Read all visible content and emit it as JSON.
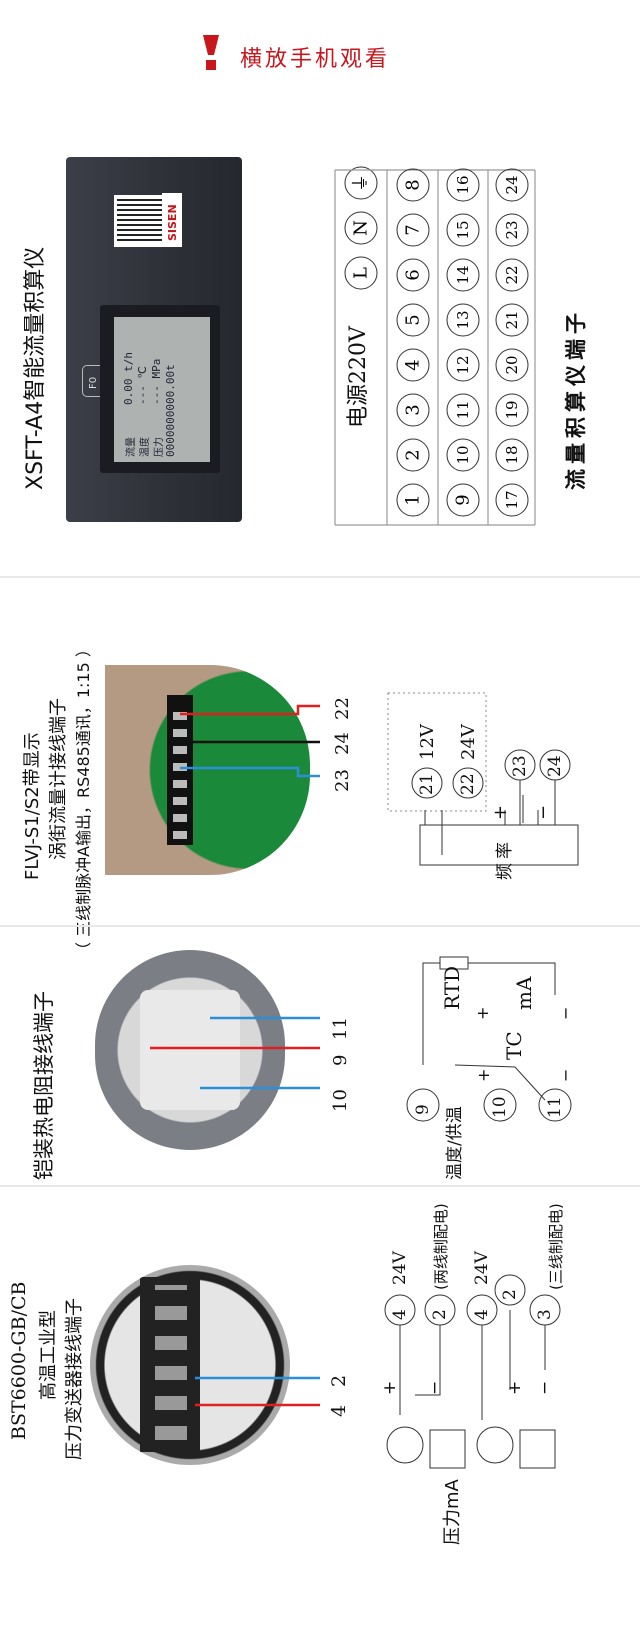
{
  "header": {
    "icon": "exclamation-icon",
    "text": "横放手机观看",
    "accent": "#c8161d"
  },
  "section1": {
    "device_title": "XSFT-A4智能流量积算仪",
    "device": {
      "brand": "SISEN",
      "lcd_lines": [
        "0.00  t/h",
        "---  ℃",
        "---  MPa",
        "0000000000.00t"
      ],
      "lcd_labels": [
        "流量",
        "温度",
        "压力"
      ],
      "key": "F0"
    },
    "terminal_title": "流量积算仪端子",
    "power_label": "电源220V",
    "power_terminals": [
      "L",
      "N",
      "⏚"
    ],
    "rows": [
      [
        "1",
        "2",
        "3",
        "4",
        "5",
        "6",
        "7",
        "8"
      ],
      [
        "9",
        "10",
        "11",
        "12",
        "13",
        "14",
        "15",
        "16"
      ],
      [
        "17",
        "18",
        "19",
        "20",
        "21",
        "22",
        "23",
        "24"
      ]
    ]
  },
  "section2": {
    "title_lines": [
      "FLVJ-S1/S2带显示",
      "涡街流量计接线端子",
      "（ 三线制脉冲A输出，RS485通讯，1:15 ）"
    ],
    "wire_labels": [
      "22",
      "24",
      "23"
    ],
    "box_terms": [
      "21",
      "22"
    ],
    "box_labels": [
      "12V",
      "24V"
    ],
    "terms": [
      "23",
      "24"
    ],
    "plus": "+",
    "minus": "−",
    "freq_label": "频率",
    "colors": {
      "red": "#e02020",
      "black": "#111111",
      "blue": "#2a8fd8"
    }
  },
  "section3": {
    "title": "铠装热电阻接线端子",
    "wire_labels": [
      "11",
      "9",
      "10"
    ],
    "terms": [
      "9",
      "10",
      "11"
    ],
    "rtd": "RTD",
    "tc": "TC",
    "ma": "mA",
    "plus": "+",
    "minus": "−",
    "side_label": "温度/供温"
  },
  "section4": {
    "title_lines": [
      "BST6600-GB/CB",
      "高温工业型",
      "压力变送器接线端子"
    ],
    "wire_labels": [
      "4",
      "2"
    ],
    "upper": {
      "terms": [
        "4",
        "2"
      ],
      "v": "24V",
      "note": "(两线制配电)"
    },
    "lower": {
      "terms": [
        "4",
        "2",
        "3"
      ],
      "v": "24V",
      "note": "(三线制配电)"
    },
    "plus": "+",
    "minus": "−",
    "side_label": "压力mA"
  }
}
